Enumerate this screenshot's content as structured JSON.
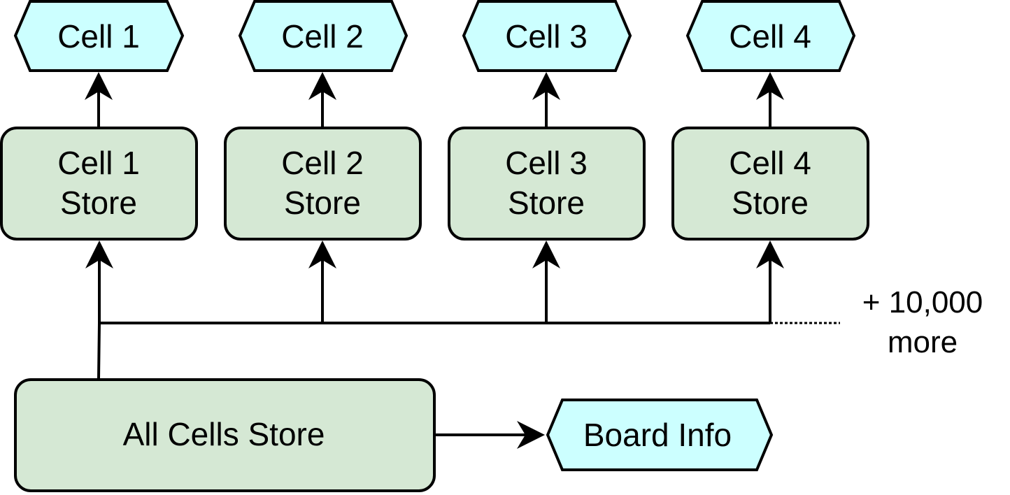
{
  "colors": {
    "store_fill": "#d5e8d4",
    "output_fill": "#ccffff",
    "stroke": "#000000"
  },
  "outputs": [
    {
      "label": "Cell 1"
    },
    {
      "label": "Cell 2"
    },
    {
      "label": "Cell 3"
    },
    {
      "label": "Cell 4"
    }
  ],
  "stores": [
    {
      "line1": "Cell 1",
      "line2": "Store"
    },
    {
      "line1": "Cell 2",
      "line2": "Store"
    },
    {
      "line1": "Cell 3",
      "line2": "Store"
    },
    {
      "line1": "Cell 4",
      "line2": "Store"
    }
  ],
  "all_cells_store": {
    "label": "All Cells Store"
  },
  "board_info": {
    "label": "Board Info"
  },
  "more_note": {
    "line1": "+ 10,000",
    "line2": "more"
  }
}
